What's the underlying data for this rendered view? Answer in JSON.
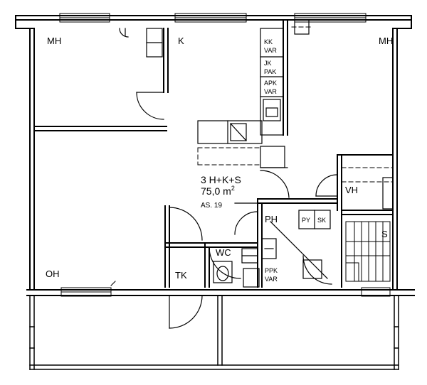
{
  "rooms": {
    "mh_left": "MH",
    "kitchen": "K",
    "mh_right": "MH",
    "oh": "OH",
    "vh": "VH",
    "ph": "PH",
    "wc": "WC",
    "tk": "TK",
    "sauna": "S"
  },
  "fixtures": {
    "kk_1": "KK",
    "kk_2": "VAR",
    "jk_1": "JK",
    "jk_2": "PAK",
    "apk_1": "APK",
    "apk_2": "VAR",
    "py": "PY",
    "sk": "SK",
    "ppk_1": "PPK",
    "ppk_2": "VAR"
  },
  "apartment": {
    "type": "3 H+K+S",
    "area": "75,0 m",
    "area_sup": "2",
    "number": "AS. 19"
  }
}
